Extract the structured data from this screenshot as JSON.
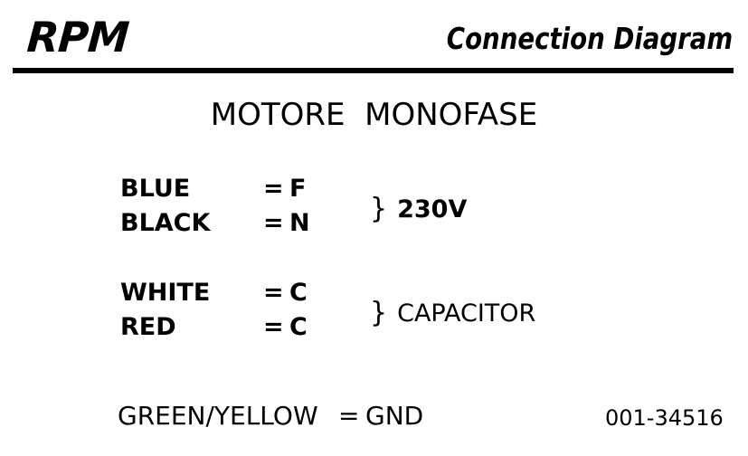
{
  "document": {
    "brand": "RPM",
    "header_title": "Connection Diagram",
    "section_title": "MOTORE  MONOFASE",
    "part_number": "001-34516",
    "ink_color": "#000000",
    "background_color": "#ffffff"
  },
  "wiring": {
    "equals_symbol": "=",
    "brace_symbol": "}",
    "groups": [
      {
        "label": "230V",
        "label_weight": "bold",
        "rows": [
          {
            "color": "BLUE",
            "equals": "=",
            "terminal": "F"
          },
          {
            "color": "BLACK",
            "equals": "=",
            "terminal": "N"
          }
        ]
      },
      {
        "label": "CAPACITOR",
        "label_weight": "regular",
        "rows": [
          {
            "color": "WHITE",
            "equals": "=",
            "terminal": "C"
          },
          {
            "color": "RED",
            "equals": "=",
            "terminal": "C"
          }
        ]
      }
    ],
    "ground": {
      "color": "GREEN/YELLOW",
      "equals": "=",
      "terminal": "GND"
    }
  }
}
